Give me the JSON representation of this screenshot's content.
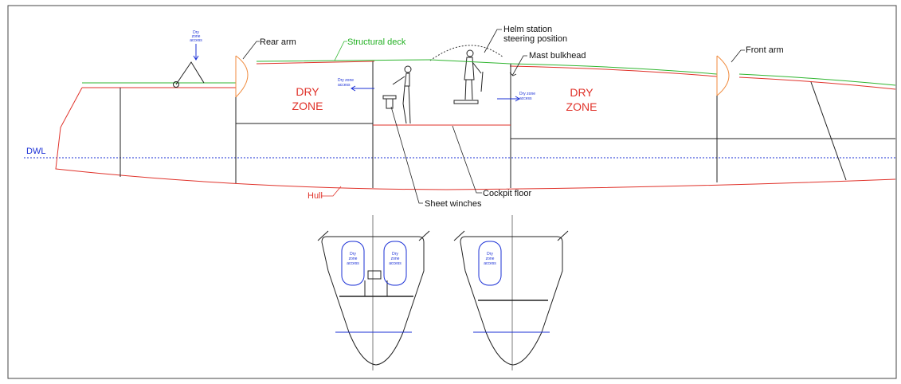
{
  "colors": {
    "hull": "#e0322a",
    "deck": "#2fb52f",
    "waterline": "#1a2fd6",
    "arm": "#f08a3c",
    "ink": "#222222",
    "access": "#1a2fd6"
  },
  "labels": {
    "dwl": "DWL",
    "rear_arm": "Rear arm",
    "structural_deck": "Structural deck",
    "helm_station_line1": "Helm station",
    "helm_station_line2": "steering position",
    "mast_bulkhead": "Mast bulkhead",
    "front_arm": "Front arm",
    "hull": "Hull",
    "cockpit_floor": "Cockpit floor",
    "sheet_winches": "Sheet winches",
    "dry_zone_left_line1": "DRY",
    "dry_zone_left_line2": "ZONE",
    "dry_zone_right_line1": "DRY",
    "dry_zone_right_line2": "ZONE",
    "access_dry": "Dry",
    "access_zone": "zone",
    "access_access": "access",
    "access_inline1": "Dry zone",
    "access_inline2": "access"
  }
}
